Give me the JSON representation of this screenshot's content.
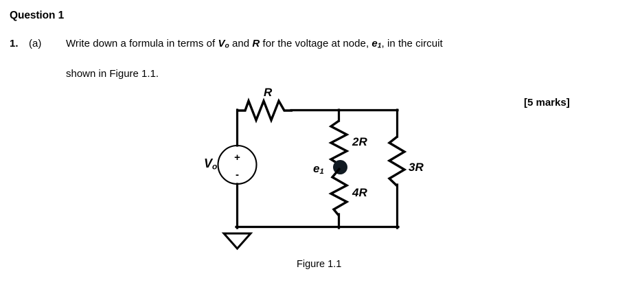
{
  "document": {
    "heading": "Question 1",
    "question": {
      "number": "1.",
      "letter": "(a)",
      "line1_before_vo": "Write down a formula in terms of ",
      "vo_symbol": "V",
      "vo_subscript": "o",
      "line1_between": " and ",
      "r_symbol": "R",
      "line1_after_r": " for the voltage at node, ",
      "e1_symbol": "e",
      "e1_subscript": "1",
      "line1_end": ", in the circuit",
      "line2": "shown in Figure 1.1."
    },
    "marks": "[5 marks]",
    "figure_caption": "Figure 1.1"
  },
  "circuit": {
    "labels": {
      "series_resistor": "R",
      "source": "V",
      "source_subscript": "o",
      "upper_shunt_resistor": "2R",
      "lower_shunt_resistor": "4R",
      "right_resistor": "3R",
      "node": "e",
      "node_subscript": "1"
    },
    "polarity": {
      "plus": "+",
      "minus": "-"
    },
    "colors": {
      "wire": "#000000",
      "node_dot": "#111a22",
      "background": "#ffffff"
    }
  }
}
